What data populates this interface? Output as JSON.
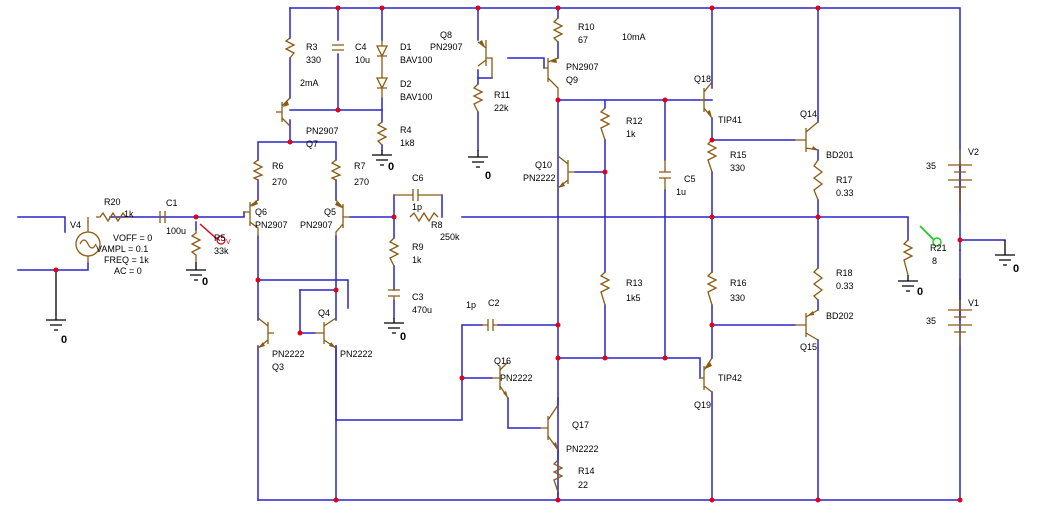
{
  "colors": {
    "wire": "#2a24c8",
    "component": "#8a5a12",
    "junction": "#e0001b",
    "text": "#000000",
    "background": "#ffffff",
    "marker_red": "#e0001b",
    "marker_green": "#22cc22"
  },
  "labels": {
    "r3_name": "R3",
    "r3_value": "330",
    "c4_name": "C4",
    "c4_value": "10u",
    "d1_name": "D1",
    "d1_part": "BAV100",
    "d2_name": "D2",
    "d2_part": "BAV100",
    "q8_name": "Q8",
    "q8_part": "PN2907",
    "r10_name": "R10",
    "r10_value": "67",
    "r10_current": "10mA",
    "q9_part": "PN2907",
    "q9_name": "Q9",
    "r3_current": "2mA",
    "r11_name": "R11",
    "r11_value": "22k",
    "q7_part": "PN2907",
    "q7_name": "Q7",
    "r4_name": "R4",
    "r4_value": "1k8",
    "r12_name": "R12",
    "r12_value": "1k",
    "q18_name": "Q18",
    "q18_part": "TIP41",
    "q14_name": "Q14",
    "q14_part": "BD201",
    "r6_name": "R6",
    "r6_value": "270",
    "r7_name": "R7",
    "r7_value": "270",
    "q10_name": "Q10",
    "q10_part": "PN2222",
    "r15_name": "R15",
    "r15_value": "330",
    "r17_name": "R17",
    "r17_value": "0.33",
    "v2_value": "35",
    "v2_name": "V2",
    "c6_name": "C6",
    "c6_value": "1p",
    "c5_name": "C5",
    "c5_value": "1u",
    "r20_name": "R20",
    "r20_value": "1k",
    "c1_name": "C1",
    "c1_value": "100u",
    "q6_name": "Q6",
    "q6_part": "PN2907",
    "q5_name": "Q5",
    "q5_part": "PN2907",
    "r8_name": "R8",
    "r8_value": "250k",
    "v4_name": "V4",
    "r5_name": "R5",
    "r5_value": "33k",
    "r5_marker": "V",
    "v4_voff": "VOFF = 0",
    "v4_vampl": "VAMPL = 0.1",
    "v4_freq": "FREQ = 1k",
    "v4_ac": "AC = 0",
    "r9_name": "R9",
    "r9_value": "1k",
    "r21_name": "R21",
    "r21_value": "8",
    "r13_name": "R13",
    "r13_value": "1k5",
    "r16_name": "R16",
    "r16_value": "330",
    "r18_name": "R18",
    "r18_value": "0.33",
    "c3_name": "C3",
    "c3_value": "470u",
    "c2_value": "1p",
    "c2_name": "C2",
    "q4_name": "Q4",
    "q15_part": "BD202",
    "q15_name": "Q15",
    "v1_name": "V1",
    "v1_value": "35",
    "q3_part": "PN2222",
    "q3_name": "Q3",
    "q4_part": "PN2222",
    "q16_name": "Q16",
    "q16_part": "PN2222",
    "q19_part": "TIP42",
    "q19_name": "Q19",
    "q17_name": "Q17",
    "q17_part": "PN2222",
    "r14_name": "R14",
    "r14_value": "22",
    "gnd": "0"
  }
}
